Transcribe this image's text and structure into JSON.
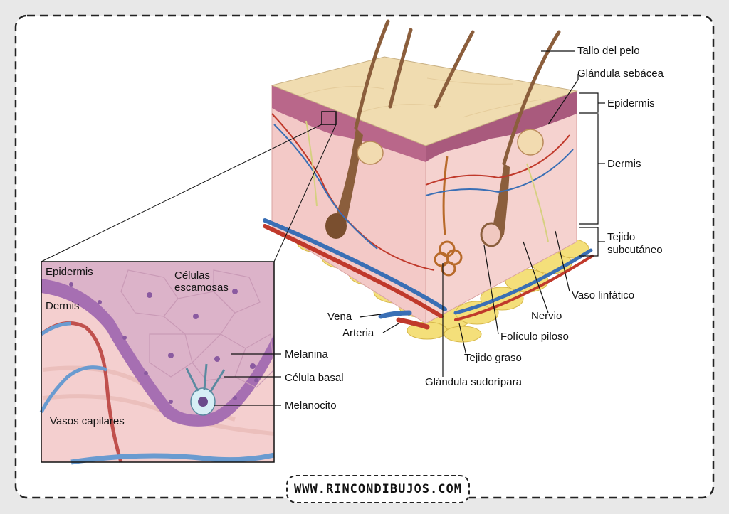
{
  "labels": {
    "tallo_pelo": "Tallo del pelo",
    "glandula_sebacea": "Glándula sebácea",
    "epidermis": "Epidermis",
    "dermis": "Dermis",
    "tejido_subcutaneo_1": "Tejido",
    "tejido_subcutaneo_2": "subcutáneo",
    "vaso_linfatico": "Vaso linfático",
    "nervio": "Nervio",
    "foliculo_piloso": "Folículo piloso",
    "tejido_graso": "Tejido graso",
    "glandula_sudoripara": "Glándula sudorípara",
    "vena": "Vena",
    "arteria": "Arteria"
  },
  "inset": {
    "epidermis": "Epidermis",
    "dermis": "Dermis",
    "celulas_escamosas_1": "Células",
    "celulas_escamosas_2": "escamosas",
    "vasos_capilares": "Vasos capilares",
    "melanina": "Melanina",
    "celula_basal": "Célula basal",
    "melanocito": "Melanocito"
  },
  "footer": {
    "url": "WWW.RINCONDIBUJOS.COM"
  }
}
